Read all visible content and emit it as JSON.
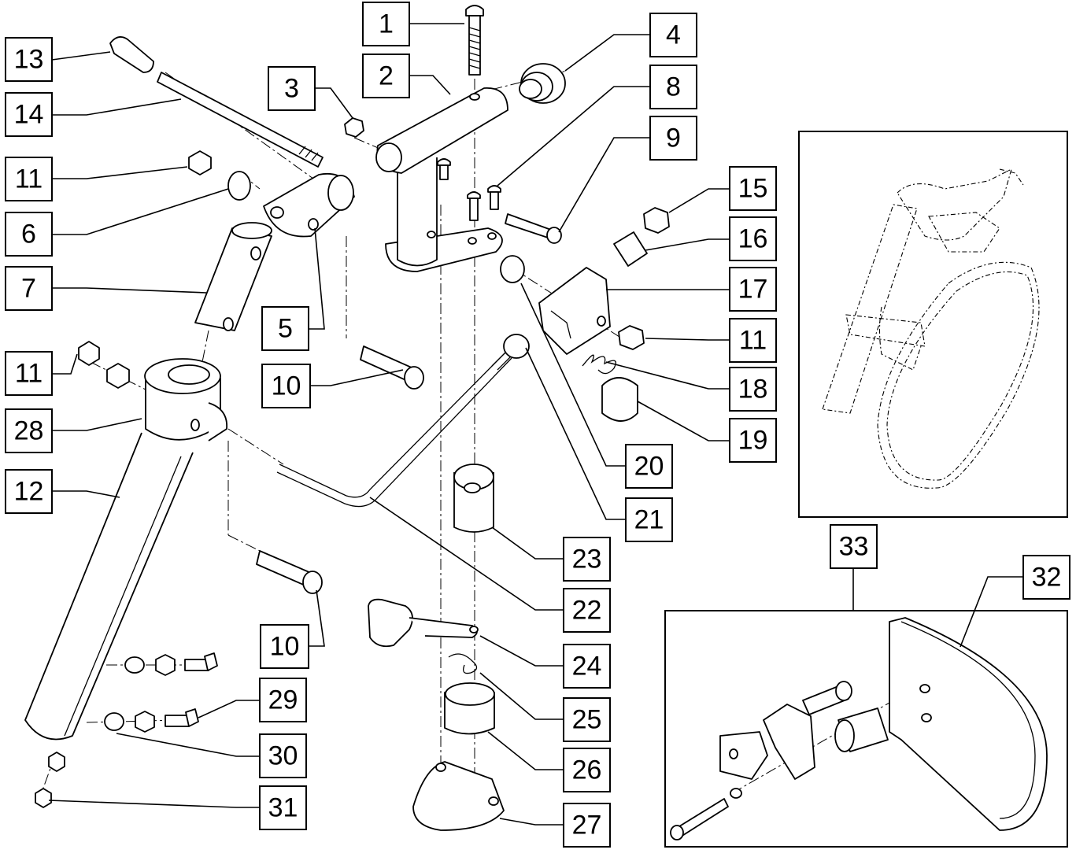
{
  "callouts": [
    {
      "id": "c1",
      "number": "1"
    },
    {
      "id": "c2",
      "number": "2"
    },
    {
      "id": "c3",
      "number": "3"
    },
    {
      "id": "c4",
      "number": "4"
    },
    {
      "id": "c5",
      "number": "5"
    },
    {
      "id": "c6",
      "number": "6"
    },
    {
      "id": "c7",
      "number": "7"
    },
    {
      "id": "c8",
      "number": "8"
    },
    {
      "id": "c9",
      "number": "9"
    },
    {
      "id": "c10a",
      "number": "10"
    },
    {
      "id": "c10b",
      "number": "10"
    },
    {
      "id": "c11a",
      "number": "11"
    },
    {
      "id": "c11b",
      "number": "11"
    },
    {
      "id": "c11c",
      "number": "11"
    },
    {
      "id": "c12",
      "number": "12"
    },
    {
      "id": "c13",
      "number": "13"
    },
    {
      "id": "c14",
      "number": "14"
    },
    {
      "id": "c15",
      "number": "15"
    },
    {
      "id": "c16",
      "number": "16"
    },
    {
      "id": "c17",
      "number": "17"
    },
    {
      "id": "c18",
      "number": "18"
    },
    {
      "id": "c19",
      "number": "19"
    },
    {
      "id": "c20",
      "number": "20"
    },
    {
      "id": "c21",
      "number": "21"
    },
    {
      "id": "c22",
      "number": "22"
    },
    {
      "id": "c23",
      "number": "23"
    },
    {
      "id": "c24",
      "number": "24"
    },
    {
      "id": "c25",
      "number": "25"
    },
    {
      "id": "c26",
      "number": "26"
    },
    {
      "id": "c27",
      "number": "27"
    },
    {
      "id": "c28",
      "number": "28"
    },
    {
      "id": "c29",
      "number": "29"
    },
    {
      "id": "c30",
      "number": "30"
    },
    {
      "id": "c31",
      "number": "31"
    },
    {
      "id": "c32",
      "number": "32"
    },
    {
      "id": "c33",
      "number": "33"
    }
  ]
}
